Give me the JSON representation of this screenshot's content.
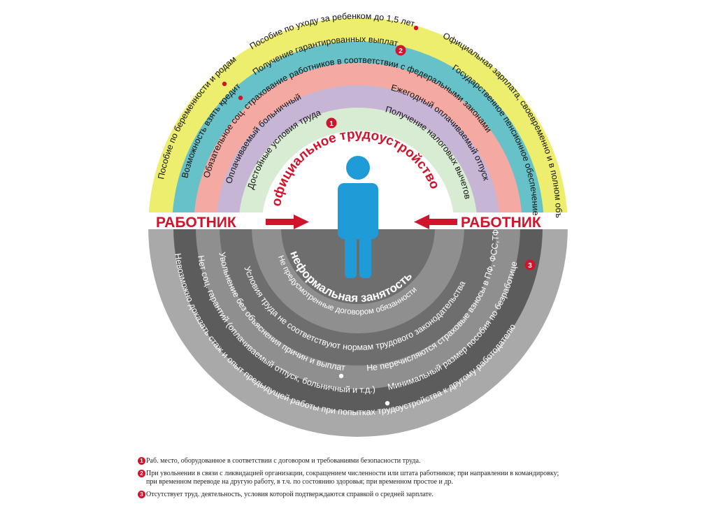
{
  "colors": {
    "yellow": "#eeee6e",
    "teal": "#66c2c8",
    "pink": "#f4aaa3",
    "lavender": "#c7b5d6",
    "mint": "#d7ecd3",
    "gray_light": "#a9a9a9",
    "gray_dark": "#5c5c5c",
    "gray_mid": "#8f8f8f",
    "gray_inner": "#6e6e6e",
    "person": "#1f9bd7",
    "red": "#d0142c"
  },
  "labels": {
    "left": "РАБОТНИК",
    "right": "РАБОТНИК",
    "official_title": "официальное трудоустройство",
    "informal_title": "неформальная занятость"
  },
  "top_rings": {
    "yellow": [
      "Пособие по беременности и родам",
      "Пособие по уходу за ребенком до 1,5 лет",
      "Официальная зарплата, своевременно и в полном объеме"
    ],
    "teal": [
      "Возможность взять кредит",
      "Получение гарантированных выплат",
      "Государственное пенсионное обеспечение"
    ],
    "pink": [
      "Обязательное соц. страхование работников в соответствии с федеральными законами"
    ],
    "lavender": [
      "Оплачиваемый больничный",
      "Ежегодный оплачиваемый отпуск"
    ],
    "mint": [
      "Достойные условия труда",
      "Получение налоговых вычетов"
    ]
  },
  "bottom_rings": {
    "outer": "Невозможно доказать стаж и опыт предыдущей работы при попытках трудоустройства к другому работодателю",
    "dark": [
      "Нет соц. гарантий (оплачиваемый отпуск, больничный и т.д.)",
      "Минимальный размер пособия по безработице"
    ],
    "mid": [
      "Увольнение без объяснения причин и выплат",
      "Не перечисляются страховые взносы в ПФ, ФСС,ТФОМС"
    ],
    "inner": [
      "Условия труда не соответствуют нормам трудового законодательства"
    ],
    "center": "Не предусмотренные договором обязанности"
  },
  "badges": [
    "1",
    "2",
    "3"
  ],
  "footnotes": [
    {
      "num": "1",
      "text": "Раб. место, оборудованное в соответствии с договором и требованиями безопасности труда."
    },
    {
      "num": "2",
      "text": "При увольнении в связи с ликвидацией организации, сокращением численности или штата работников; при направлении в командировку; при временном переводе на другую работу, в т.ч. по состоянию здоровья; при временном простое и др."
    },
    {
      "num": "3",
      "text": "Отсутствует труд. деятельность, условия которой подтверждаются справкой о средней зарплате."
    }
  ]
}
